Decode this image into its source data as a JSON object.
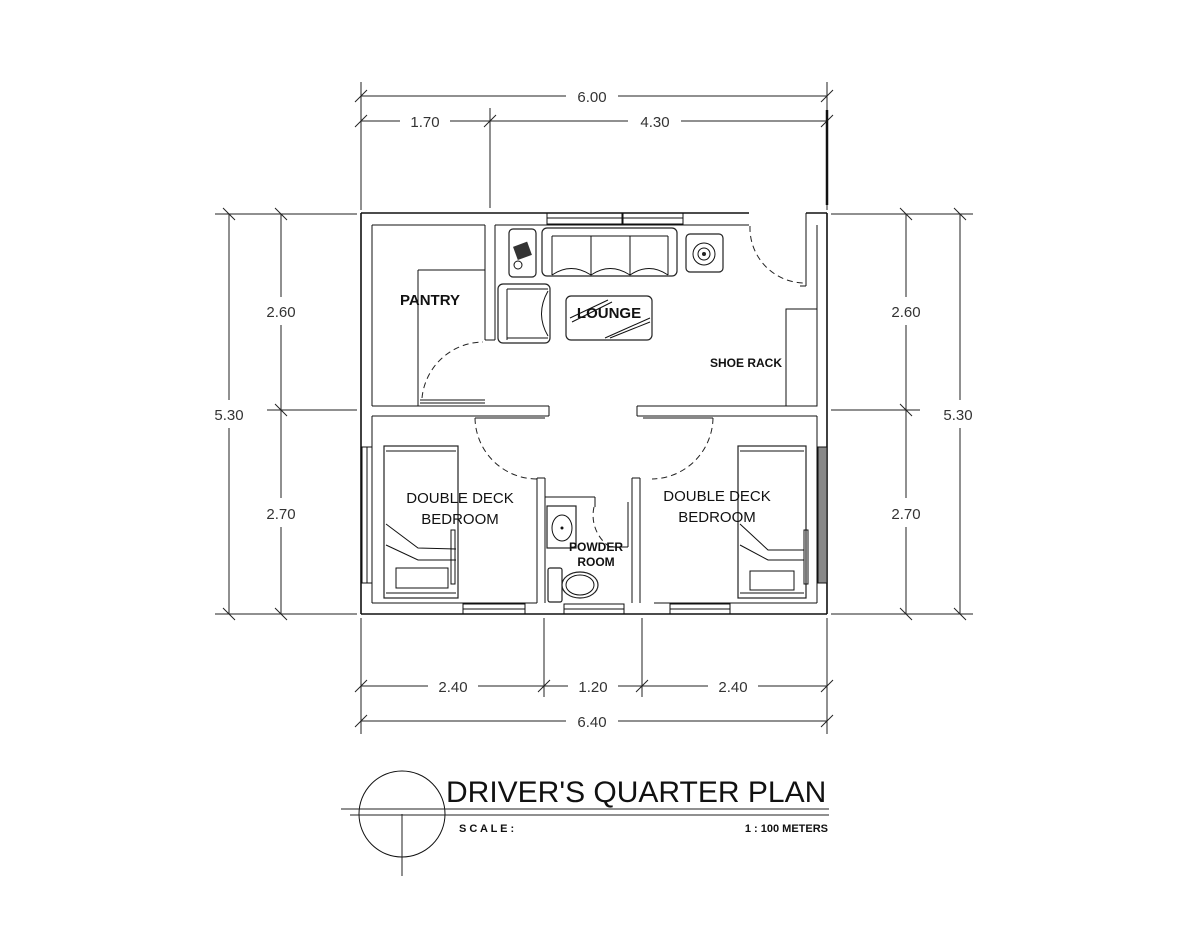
{
  "title_block": {
    "title": "DRIVER'S QUARTER PLAN",
    "scale_label": "S C A L E :",
    "scale_value": "1 : 100 METERS"
  },
  "rooms": {
    "pantry": "PANTRY",
    "lounge": "LOUNGE",
    "shoe_rack": "SHOE RACK",
    "bedroom_left_line1": "DOUBLE DECK",
    "bedroom_left_line2": "BEDROOM",
    "bedroom_right_line1": "DOUBLE DECK",
    "bedroom_right_line2": "BEDROOM",
    "powder_line1": "POWDER",
    "powder_line2": "ROOM"
  },
  "dimensions": {
    "top_total": "6.00",
    "top_left": "1.70",
    "top_right": "4.30",
    "bottom_left": "2.40",
    "bottom_mid": "1.20",
    "bottom_right": "2.40",
    "bottom_total": "6.40",
    "left_upper": "2.60",
    "left_lower": "2.70",
    "left_total": "5.30",
    "right_upper": "2.60",
    "right_lower": "2.70",
    "right_total": "5.30"
  },
  "icons": [
    "telephone-icon",
    "lamp-icon",
    "sofa-icon",
    "armchair-icon",
    "coffee-table-icon",
    "sink-icon",
    "toilet-icon",
    "bunk-bed-icon",
    "section-marker-icon"
  ]
}
